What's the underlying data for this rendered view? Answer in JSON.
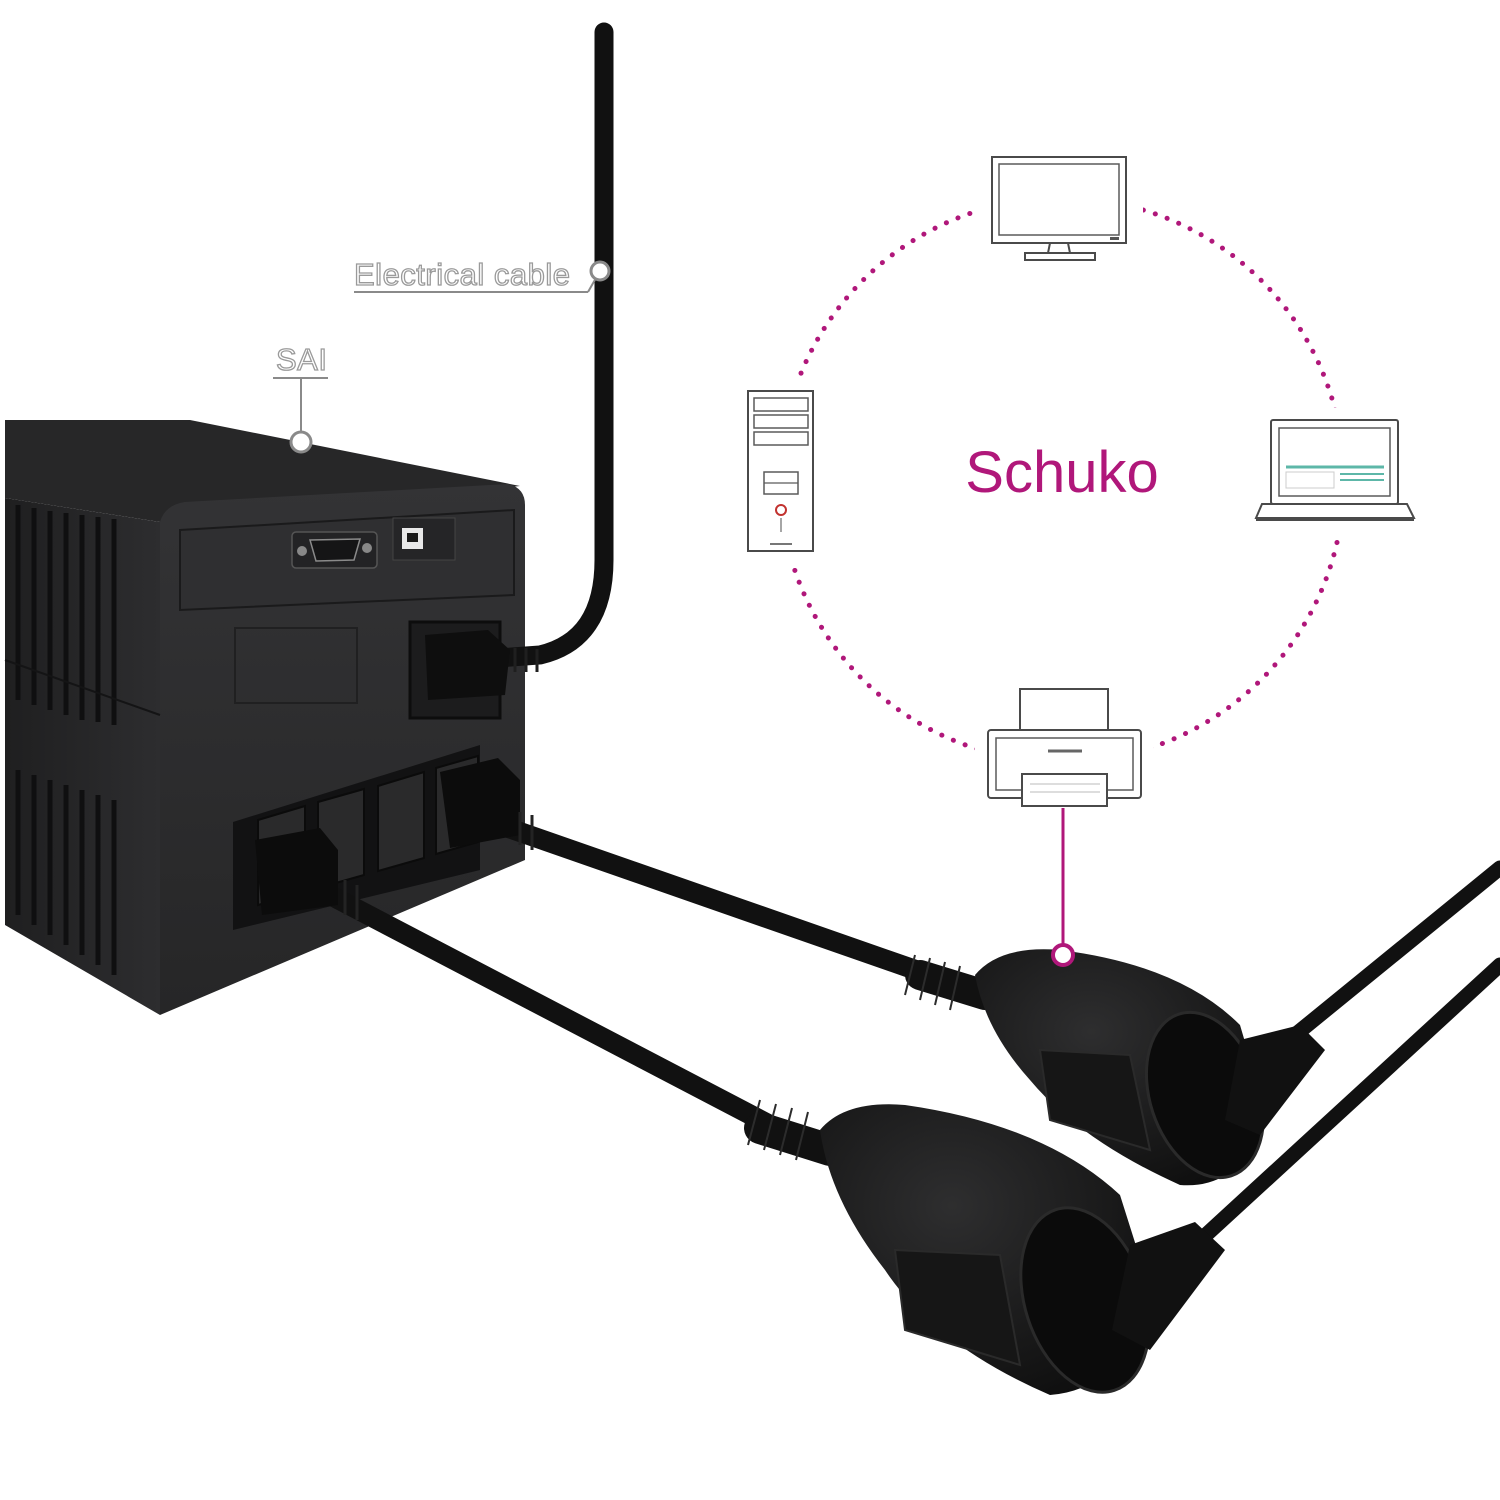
{
  "labels": {
    "electrical_cable": "Electrical cable",
    "ups": "SAI",
    "center": "Schuko"
  },
  "devices": [
    {
      "name": "monitor",
      "icon": "monitor-icon"
    },
    {
      "name": "laptop",
      "icon": "laptop-icon"
    },
    {
      "name": "printer",
      "icon": "printer-icon"
    },
    {
      "name": "desktop-tower",
      "icon": "tower-pc-icon"
    }
  ],
  "colors": {
    "accent": "#b0177a",
    "label_gray": "#9a9a9a",
    "device_body": "#2b2b2c",
    "cable": "#111111"
  }
}
